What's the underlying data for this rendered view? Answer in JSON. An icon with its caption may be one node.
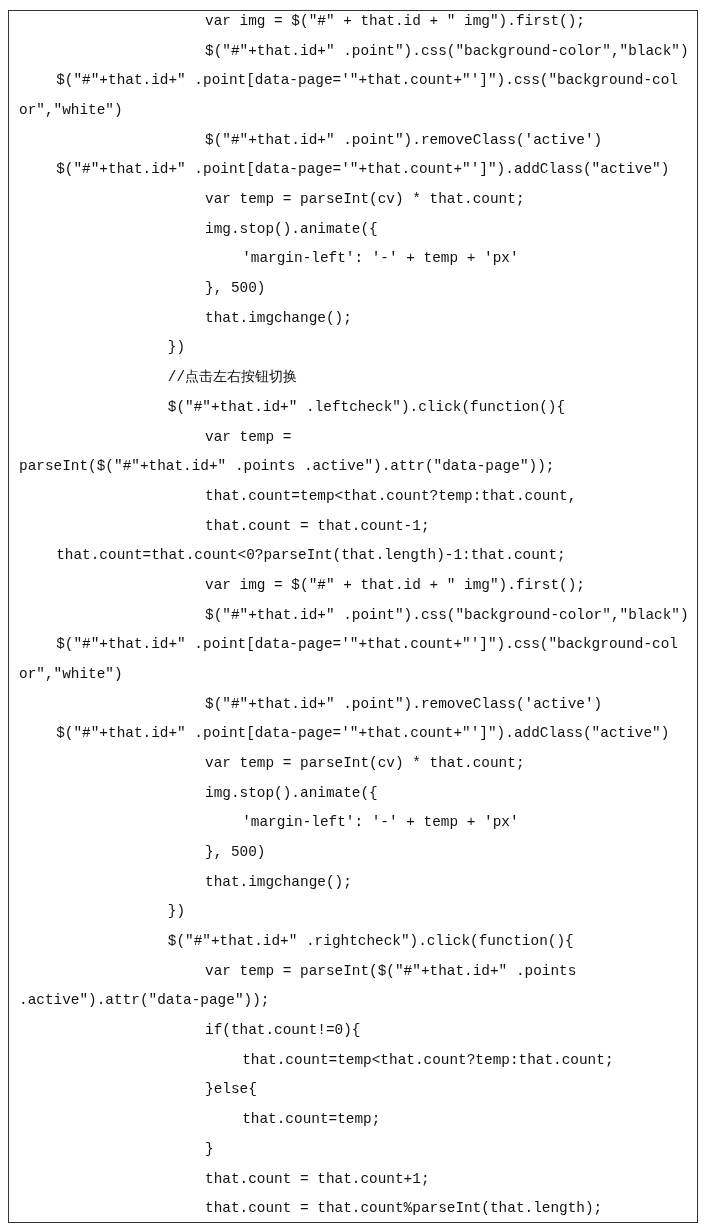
{
  "diagram": {
    "labels": [
      "var img = $(\"#\" + that.id + \" img\").first();",
      "$(\"#\"+that.id+\" .point\").css(\"background-color\",\"black\")",
      "$(\"#\"+that.id+\" .point[data-page='\"+that.count+\"']\").css(\"background-col",
      "or\",\"white\")",
      "$(\"#\"+that.id+\" .point\").removeClass('active')",
      "$(\"#\"+that.id+\" .point[data-page='\"+that.count+\"']\").addClass(\"active\")",
      "var temp = parseInt(cv) * that.count;",
      "img.stop().animate({",
      "'margin-left': '-' + temp + 'px'",
      "}, 500)",
      "that.imgchange();",
      "})",
      "//点击左右按钮切换",
      "$(\"#\"+that.id+\" .leftcheck\").click(function(){",
      "var temp =",
      "parseInt($(\"#\"+that.id+\" .points .active\").attr(\"data-page\"));",
      "that.count=temp<that.count?temp:that.count,",
      "that.count = that.count-1;",
      "that.count=that.count<0?parseInt(that.length)-1:that.count;",
      "var img = $(\"#\" + that.id + \" img\").first();",
      "$(\"#\"+that.id+\" .point\").css(\"background-color\",\"black\")",
      "$(\"#\"+that.id+\" .point[data-page='\"+that.count+\"']\").css(\"background-col",
      "or\",\"white\")",
      "$(\"#\"+that.id+\" .point\").removeClass('active')",
      "$(\"#\"+that.id+\" .point[data-page='\"+that.count+\"']\").addClass(\"active\")",
      "var temp = parseInt(cv) * that.count;",
      "img.stop().animate({",
      "'margin-left': '-' + temp + 'px'",
      "}, 500)",
      "that.imgchange();",
      "})",
      "$(\"#\"+that.id+\" .rightcheck\").click(function(){",
      "var temp = parseInt($(\"#\"+that.id+\" .points",
      ".active\").attr(\"data-page\"));",
      "if(that.count!=0){",
      "that.count=temp<that.count?temp:that.count;",
      "}else{",
      "that.count=temp;",
      "}",
      "that.count = that.count+1;",
      "that.count = that.count%parseInt(that.length);"
    ]
  }
}
